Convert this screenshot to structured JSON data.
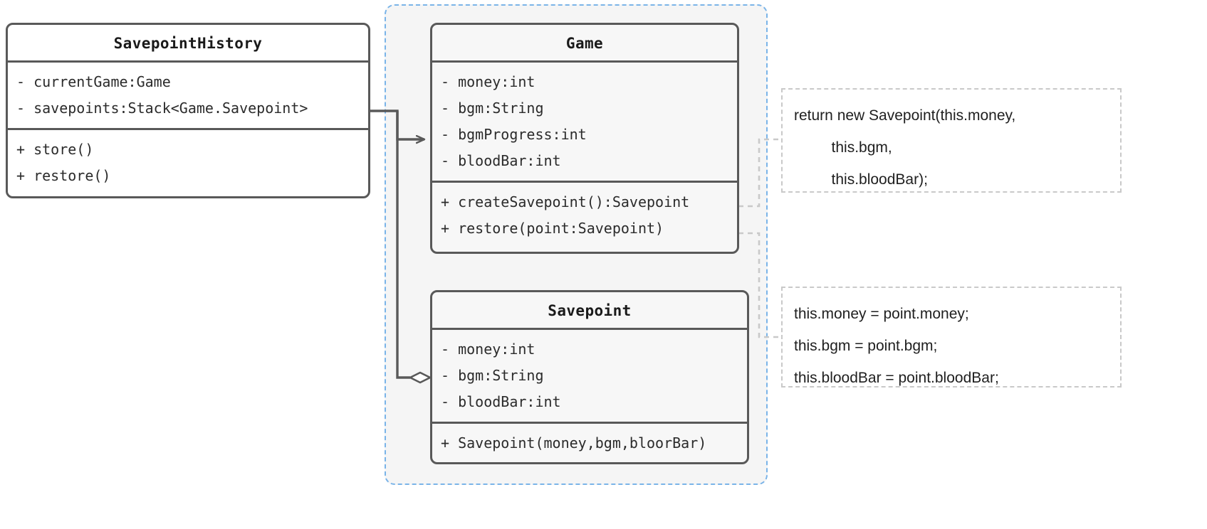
{
  "diagram": {
    "title": "Savepoint / Memento UML class diagram",
    "colors": {
      "class_border": "#595959",
      "class_fill": "#f7f7f7",
      "package_border": "#7ab4e8",
      "package_fill": "#f5f5f5",
      "note_border": "#c9c9c9",
      "note_fill": "#ffffff",
      "edge": "#595959",
      "text": "#1f1f1f"
    },
    "classes": [
      {
        "id": "savepoint-history",
        "name": "SavepointHistory",
        "attributes": [
          "- currentGame:Game",
          "- savepoints:Stack<Game.Savepoint>"
        ],
        "operations": [
          "+ store()",
          "+ restore()"
        ]
      },
      {
        "id": "game",
        "name": "Game",
        "attributes": [
          "- money:int",
          "- bgm:String",
          "- bgmProgress:int",
          "- bloodBar:int"
        ],
        "operations": [
          "+ createSavepoint():Savepoint",
          "+ restore(point:Savepoint)"
        ]
      },
      {
        "id": "savepoint",
        "name": "Savepoint",
        "attributes": [
          "- money:int",
          "- bgm:String",
          "- bloodBar:int"
        ],
        "operations": [
          "+ Savepoint(money,bgm,bloorBar)"
        ]
      }
    ],
    "notes": [
      {
        "id": "note-create-savepoint",
        "lines": [
          "return new Savepoint(this.money,",
          "         this.bgm,",
          "         this.bloodBar);"
        ]
      },
      {
        "id": "note-restore",
        "lines": [
          "this.money = point.money;",
          "this.bgm = point.bgm;",
          "this.bloodBar = point.bloodBar;"
        ]
      }
    ],
    "edges": [
      {
        "id": "history-to-game",
        "from": "savepoint-history",
        "to": "game",
        "type": "association",
        "head": "open-arrow"
      },
      {
        "id": "history-to-savepoint",
        "from": "savepoint-history",
        "to": "savepoint",
        "type": "aggregation",
        "head": "hollow-diamond"
      },
      {
        "id": "createsavepoint-to-note",
        "from": "game",
        "to": "note-create-savepoint",
        "type": "note-link",
        "head": "none"
      },
      {
        "id": "restore-to-note",
        "from": "game",
        "to": "note-restore",
        "type": "note-link",
        "head": "none"
      }
    ]
  }
}
